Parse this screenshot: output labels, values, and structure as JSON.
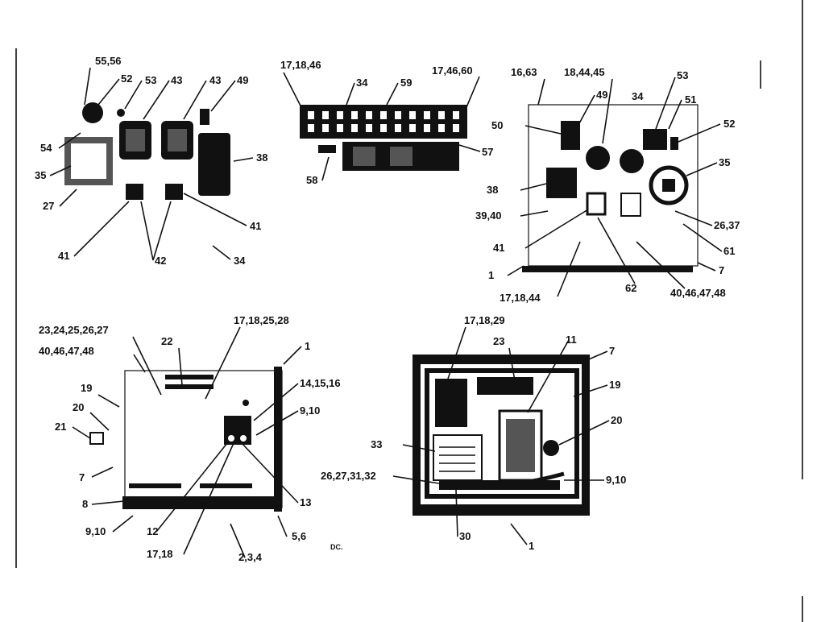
{
  "topleft": {
    "labels": [
      "55,56",
      "52",
      "53",
      "43",
      "43",
      "49",
      "54",
      "35",
      "27",
      "38",
      "41",
      "41",
      "42",
      "34"
    ]
  },
  "topmid": {
    "labels": [
      "17,18,46",
      "34",
      "59",
      "17,46,60",
      "57",
      "58"
    ]
  },
  "topright": {
    "labels": [
      "16,63",
      "18,44,45",
      "53",
      "49",
      "34",
      "51",
      "50",
      "52",
      "35",
      "38",
      "39,40",
      "41",
      "26,37",
      "61",
      "1",
      "7",
      "17,18,44",
      "62",
      "40,46,47,48"
    ]
  },
  "bottomleft": {
    "labels": [
      "23,24,25,26,27",
      "17,18,25,28",
      "40,46,47,48",
      "22",
      "1",
      "19",
      "14,15,16",
      "20",
      "9,10",
      "21",
      "7",
      "13",
      "8",
      "9,10",
      "12",
      "5,6",
      "17,18",
      "2,3,4"
    ]
  },
  "bottomright": {
    "labels": [
      "17,18,29",
      "23",
      "11",
      "7",
      "19",
      "20",
      "33",
      "26,27,31,32",
      "9,10",
      "30",
      "1"
    ]
  },
  "footnote": "DC."
}
